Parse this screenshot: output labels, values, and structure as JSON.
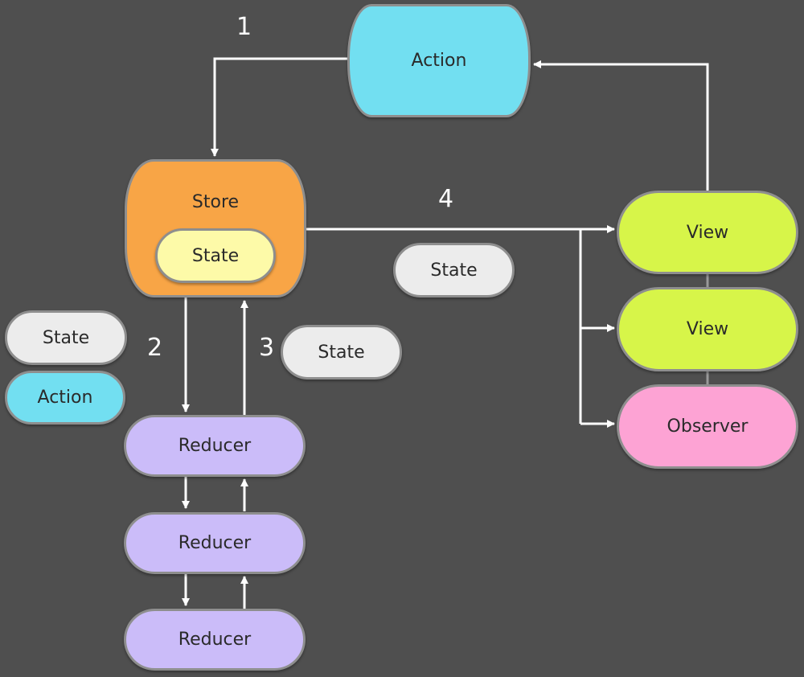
{
  "nodes": {
    "action_main": "Action",
    "store": "Store",
    "store_state": "State",
    "floating_state_top": "State",
    "state_left": "State",
    "action_left": "Action",
    "state_mid": "State",
    "view_1": "View",
    "view_2": "View",
    "observer": "Observer",
    "reducer_1": "Reducer",
    "reducer_2": "Reducer",
    "reducer_3": "Reducer"
  },
  "step_labels": {
    "step_1": "1",
    "step_2": "2",
    "step_3": "3",
    "step_4": "4"
  },
  "colors": {
    "background": "#4f4f4f",
    "action": "#72dff1",
    "store": "#f8a546",
    "store_state": "#fdfaa8",
    "state": "#ececec",
    "view": "#d7f549",
    "observer": "#fda3d4",
    "reducer": "#cbbcf9",
    "arrow": "#ffffff"
  }
}
